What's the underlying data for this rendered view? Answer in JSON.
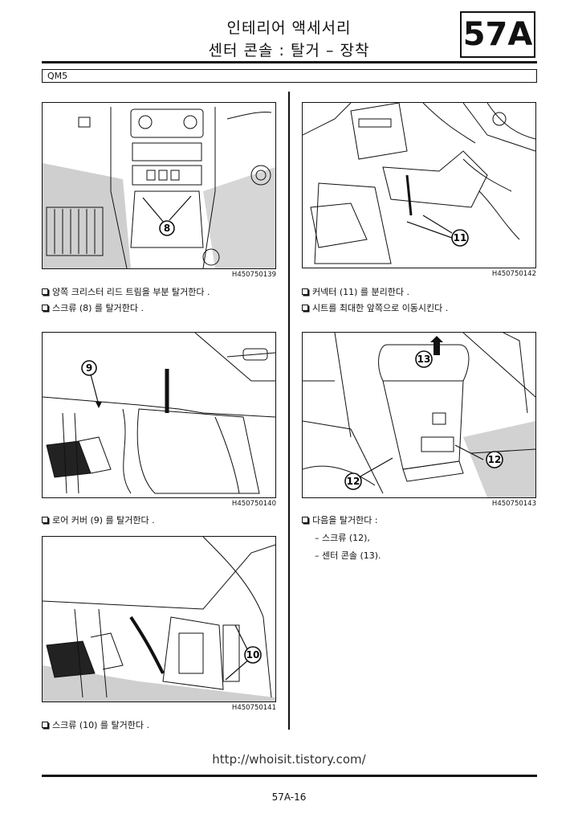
{
  "header": {
    "title_line1": "인테리어 액세서리",
    "title_line2": "센터 콘솔 : 탈거 – 장착",
    "chapter": "57A",
    "model": "QM5"
  },
  "left_column": {
    "fig1": {
      "ref": "H450750139",
      "callout": "8",
      "steps": [
        "양쪽 크리스터 리드 트림을 부분 탈거한다 .",
        "스크류 (8) 를 탈거한다 ."
      ]
    },
    "fig2": {
      "ref": "H450750140",
      "callout": "9",
      "steps": [
        "로어 커버 (9) 를 탈거한다 ."
      ]
    },
    "fig3": {
      "ref": "H450750141",
      "callout": "10",
      "steps": [
        "스크류 (10) 를 탈거한다 ."
      ]
    }
  },
  "right_column": {
    "fig4": {
      "ref": "H450750142",
      "callout": "11",
      "steps": [
        "커넥터 (11) 를 분리한다 .",
        "시트를 최대한 앞쪽으로 이동시킨다 ."
      ]
    },
    "fig5": {
      "ref": "H450750143",
      "callout_top": "13",
      "callout_right": "12",
      "callout_left": "12",
      "steps": [
        "다음을 탈거한다 :"
      ],
      "subitems": [
        "– 스크류 (12),",
        "– 센터 콘솔 (13)."
      ]
    }
  },
  "footer": {
    "url": "http://whoisit.tistory.com/",
    "page": "57A-16"
  }
}
